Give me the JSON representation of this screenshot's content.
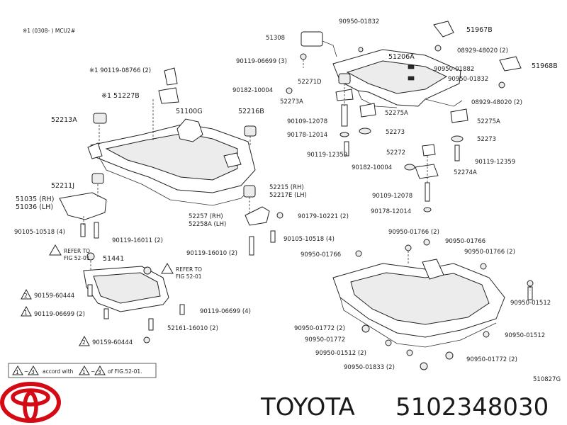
{
  "header": {
    "note": "※1 (0308-     ) MCU2#"
  },
  "labels": {
    "l51308": "51308",
    "l90950_01832a": "90950-01832",
    "l51967B": "51967B",
    "l90119_06699_3": "90119-06699 (3)",
    "l51206A": "51206A",
    "l08929_a": "08929-48020 (2)",
    "l51968B": "51968B",
    "l90950_01882": "90950-01882",
    "l90950_01832b": "90950-01832",
    "l90182_10004a": "90182-10004",
    "l52271D": "52271D",
    "l52273A": "52273A",
    "l08929_b": "08929-48020 (2)",
    "l90109_12078a": "90109-12078",
    "l52275A_a": "52275A",
    "l90178_12014a": "90178-12014",
    "l52273_a": "52273",
    "l52275A_b": "52275A",
    "l52273_b": "52273",
    "l90119_12359a": "90119-12359",
    "l52272": "52272",
    "l90119_12359b": "90119-12359",
    "l90182_10004b": "90182-10004",
    "l52274A": "52274A",
    "l90109_12078b": "90109-12078",
    "l90178_12014b": "90178-12014",
    "l90119_08766": "※1 90119-08766 (2)",
    "l51227B": "※1 51227B",
    "l51100G": "51100G",
    "l52216B": "52216B",
    "l52213A": "52213A",
    "l52211J": "52211J",
    "l51035": "51035 (RH)",
    "l51036": "51036 (LH)",
    "l52215": "52215 (RH)",
    "l52217E": "52217E (LH)",
    "l52257": "52257 (RH)",
    "l52258A": "52258A (LH)",
    "l90179": "90179-10221 (2)",
    "l90105_a": "90105-10518 (4)",
    "l90119_16011": "90119-16011 (2)",
    "l90105_b": "90105-10518 (4)",
    "l90119_16010": "90119-16010 (2)",
    "l90950_01766_a": "90950-01766 (2)",
    "l90950_01766_b": "90950-01766",
    "l90950_01766_c": "90950-01766 (2)",
    "l90950_01766_d": "90950-01766",
    "l90950_01512_a": "90950-01512",
    "l90950_01772_a": "90950-01772 (2)",
    "l90950_01772_b": "90950-01772",
    "l90950_01512_b": "90950-01512",
    "l90950_01512_c": "90950-01512 (2)",
    "l90950_01772_c": "90950-01772 (2)",
    "l90950_01833": "90950-01833 (2)",
    "refer1_a": "REFER TO",
    "refer1_b": "FIG 52-01",
    "l51441": "51441",
    "refer2_a": "REFER TO",
    "refer2_b": "FIG 52-01",
    "l90159_a": "90159-60444",
    "l90119_06699_2a": "90119-06699 (2)",
    "l90119_06699_2b": "90119-06699 (4)",
    "l52161": "52161-16010 (2)",
    "l90159_b": "90159-60444",
    "legend_text": "accord with",
    "legend_tail": "of FIG.52-01.",
    "legend_n1": "1",
    "legend_n2": "3",
    "legend_n3": "1",
    "legend_n4": "3",
    "m1": "1",
    "m2": "2",
    "m3": "1",
    "m4": "2",
    "code": "510827G"
  },
  "brand": {
    "name": "TOYOTA",
    "part_number": "5102348030",
    "logo_color": "#d40a14"
  }
}
